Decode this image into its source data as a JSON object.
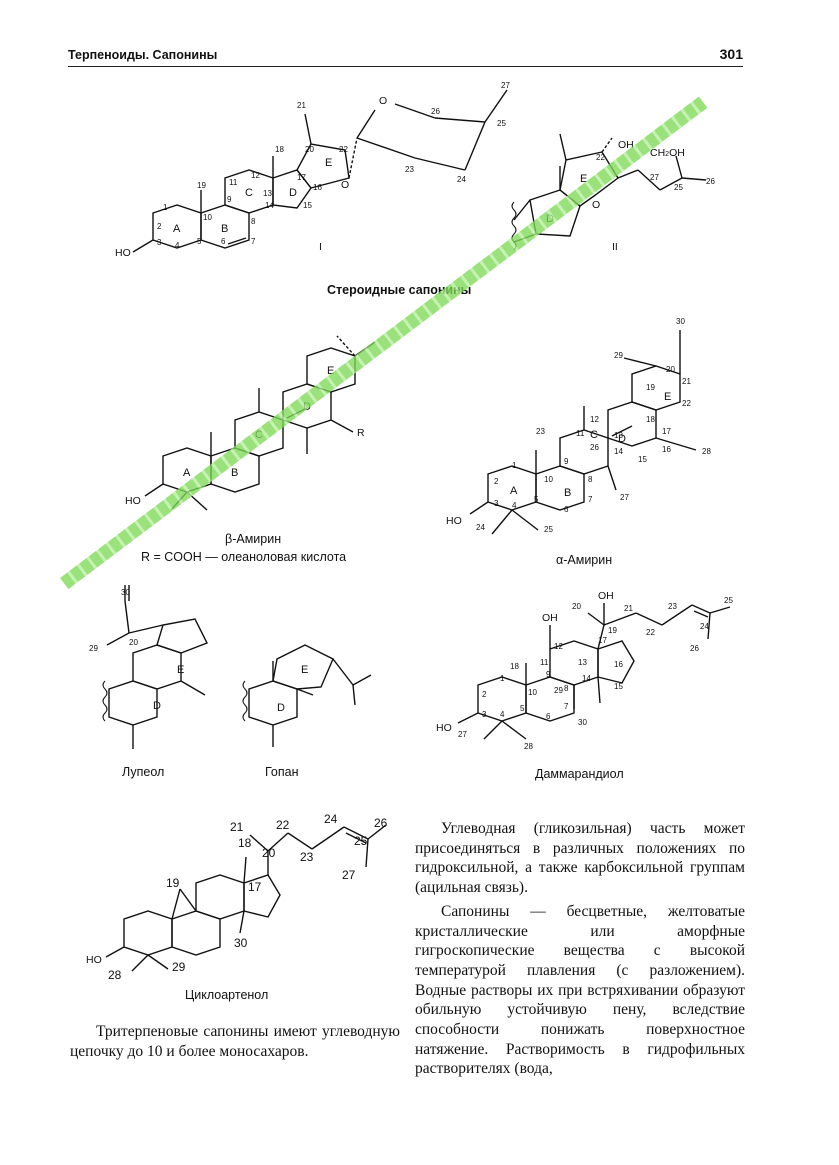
{
  "header": {
    "section": "Терпеноиды. Сапонины",
    "page_number": "301"
  },
  "figures": {
    "steroid": {
      "caption": "Стероидные сапонины",
      "struct1": {
        "roman": "I",
        "rings": [
          "A",
          "B",
          "C",
          "D",
          "E"
        ],
        "numbers": [
          "1",
          "2",
          "3",
          "4",
          "5",
          "6",
          "7",
          "8",
          "9",
          "10",
          "11",
          "12",
          "13",
          "14",
          "15",
          "16",
          "17",
          "18",
          "19",
          "20",
          "21",
          "22",
          "23",
          "24",
          "25",
          "26",
          "27"
        ],
        "atoms": [
          "HO",
          "O",
          "O"
        ]
      },
      "struct2": {
        "roman": "II",
        "rings": [
          "D",
          "E"
        ],
        "numbers": [
          "22",
          "27",
          "25",
          "26"
        ],
        "atoms": [
          "OH",
          "CH2OH",
          "O"
        ]
      }
    },
    "beta_amyrin": {
      "name": "β-Амирин",
      "note": "R = COOH — олеаноловая кислота",
      "rings": [
        "A",
        "B",
        "C",
        "D",
        "E"
      ],
      "atoms": [
        "HO",
        "R"
      ]
    },
    "alpha_amyrin": {
      "name": "α-Амирин",
      "rings": [
        "A",
        "B",
        "C",
        "D",
        "E"
      ],
      "numbers": [
        "1",
        "2",
        "3",
        "4",
        "5",
        "6",
        "7",
        "8",
        "9",
        "10",
        "11",
        "12",
        "13",
        "14",
        "15",
        "16",
        "17",
        "18",
        "19",
        "20",
        "21",
        "22",
        "23",
        "24",
        "25",
        "26",
        "27",
        "28",
        "29",
        "30"
      ],
      "atoms": [
        "HO"
      ]
    },
    "lupeol": {
      "name": "Лупеол",
      "rings": [
        "D",
        "E"
      ],
      "numbers": [
        "30",
        "20",
        "29"
      ]
    },
    "hopane": {
      "name": "Гопан",
      "rings": [
        "D",
        "E"
      ]
    },
    "dammarenediol": {
      "name": "Даммарандиол",
      "numbers": [
        "1",
        "2",
        "3",
        "4",
        "5",
        "6",
        "7",
        "8",
        "9",
        "10",
        "11",
        "12",
        "13",
        "14",
        "15",
        "16",
        "17",
        "18",
        "19",
        "20",
        "21",
        "22",
        "23",
        "24",
        "25",
        "26",
        "27",
        "28",
        "29",
        "30"
      ],
      "atoms": [
        "HO",
        "OH",
        "OH"
      ]
    },
    "cycloartenol": {
      "name": "Циклоартенол",
      "numbers": [
        "18",
        "19",
        "20",
        "21",
        "22",
        "23",
        "24",
        "25",
        "26",
        "27",
        "28",
        "29",
        "30"
      ],
      "atoms": [
        "HO"
      ]
    }
  },
  "text": {
    "left_paragraph": "Тритерпеновые сапонины имеют углеводную цепочку до 10 и более моносахаров.",
    "right_paragraph1": "Углеводная (гликозильная) часть может присоединяться в различных положениях по гидроксильной, а также карбоксильной группам (ацильная связь).",
    "right_paragraph2": "Сапонины — бесцветные, желтоватые кристаллические или аморфные гигроскопические вещества с высокой температурой плавления (с разложением). Водные растворы их при встряхивании образуют обильную устойчивую пену, вследствие способности понижать поверхностное натяжение. Растворимость в гидрофильных растворителях (вода,"
  },
  "colors": {
    "ink": "#111111",
    "watermark": "#7ed957"
  }
}
